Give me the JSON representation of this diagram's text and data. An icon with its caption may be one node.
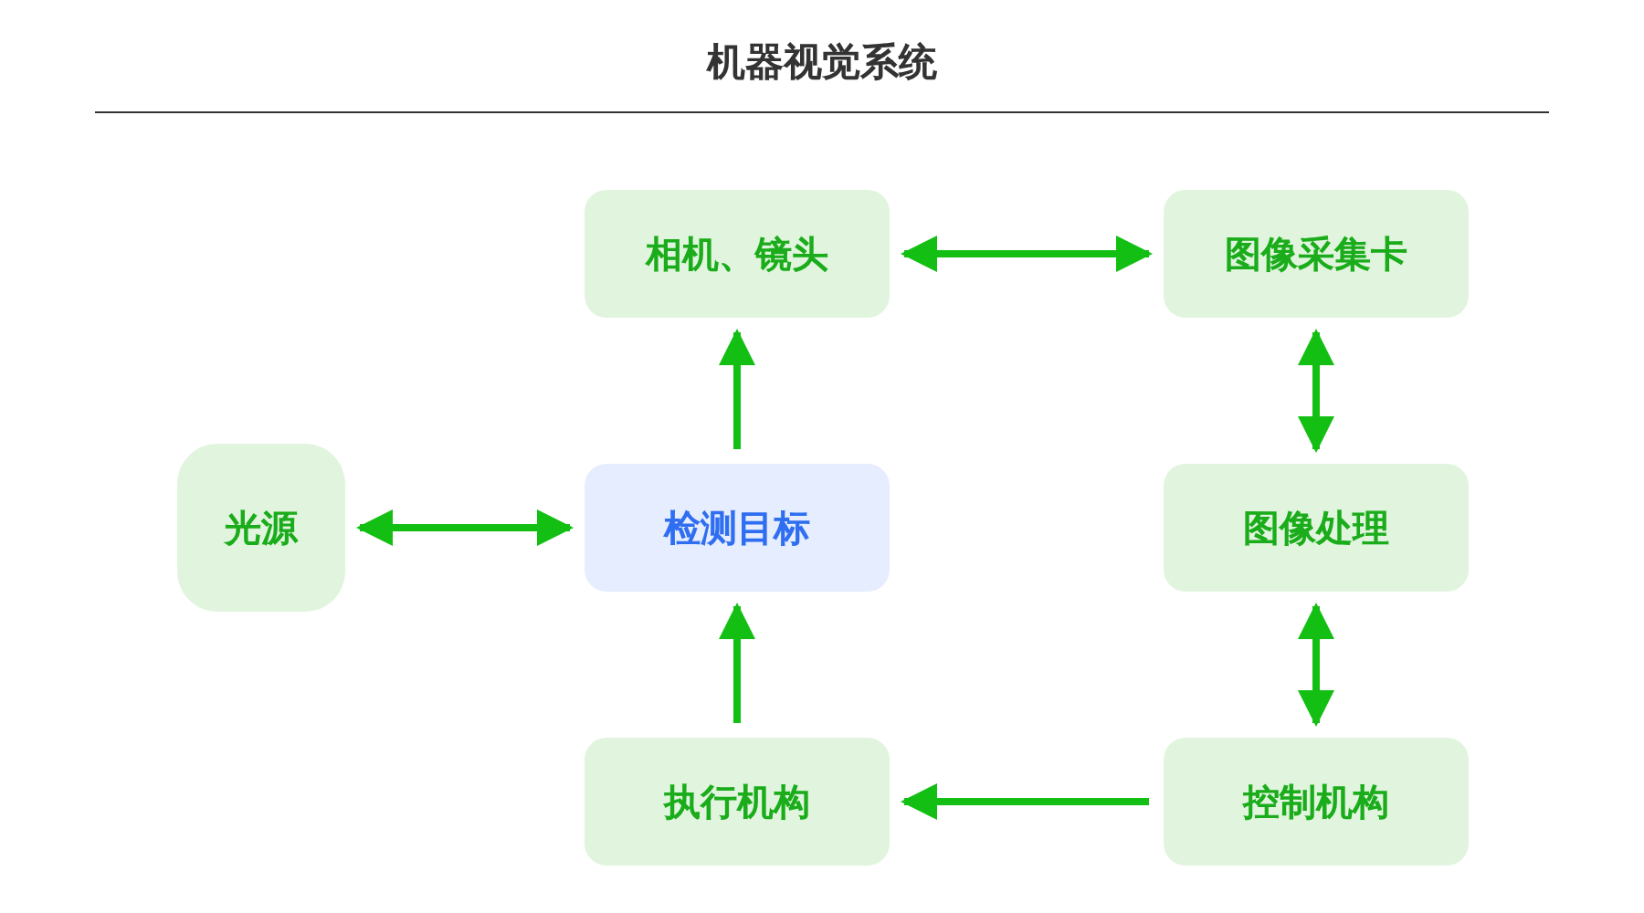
{
  "diagram": {
    "title": "机器视觉系统",
    "nodes": [
      {
        "text": [
          "光源"
        ]
      },
      {
        "text": [
          "相机、镜头"
        ]
      },
      {
        "text": [
          "图像采集卡"
        ]
      },
      {
        "text": [
          "检测目标"
        ]
      },
      {
        "text": [
          "图像处理"
        ]
      },
      {
        "text": [
          "执行机构"
        ]
      },
      {
        "text": [
          "控制机构"
        ]
      }
    ],
    "edges": [
      {
        "from": 0,
        "to": 3,
        "arrow": "both"
      },
      {
        "from": 3,
        "to": 1,
        "arrow": "to"
      },
      {
        "from": 1,
        "to": 2,
        "arrow": "both"
      },
      {
        "from": 2,
        "to": 4,
        "arrow": "both"
      },
      {
        "from": 4,
        "to": 6,
        "arrow": "both"
      },
      {
        "from": 6,
        "to": 5,
        "arrow": "to"
      },
      {
        "from": 5,
        "to": 3,
        "arrow": "to"
      }
    ]
  }
}
